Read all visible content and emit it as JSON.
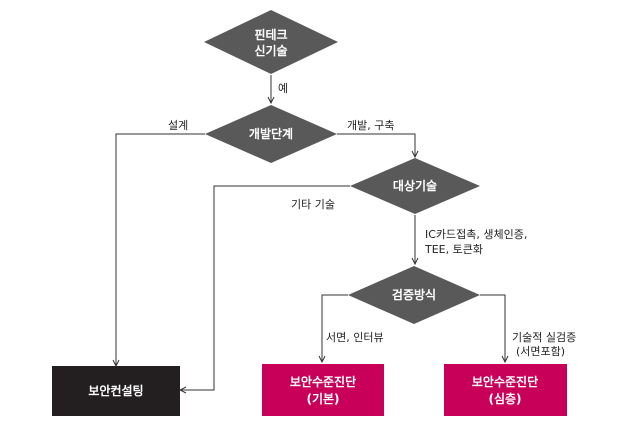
{
  "colors": {
    "diamond": "#595959",
    "consulting_box": "#231f20",
    "verify_box": "#c8005a",
    "line": "#333333"
  },
  "nodes": {
    "fintech": {
      "line1": "핀테크",
      "line2": "신기술"
    },
    "dev_stage": {
      "label": "개발단계"
    },
    "target_tech": {
      "label": "대상기술"
    },
    "verify_method": {
      "label": "검증방식"
    },
    "consulting": {
      "label": "보안컨설팅"
    },
    "basic": {
      "line1": "보안수준진단",
      "line2": "(기본)"
    },
    "deep": {
      "line1": "보안수준진단",
      "line2": "(심층)"
    }
  },
  "edges": {
    "yes": "예",
    "design": "설계",
    "dev_build": "개발, 구축",
    "other_tech": "기타 기술",
    "ic_line1": "IC카드접촉, 생체인증,",
    "ic_line2": "TEE, 토큰화",
    "doc_interview": "서면, 인터뷰",
    "tech_line1": "기술적 실검증",
    "tech_line2": "(서면포함)"
  }
}
